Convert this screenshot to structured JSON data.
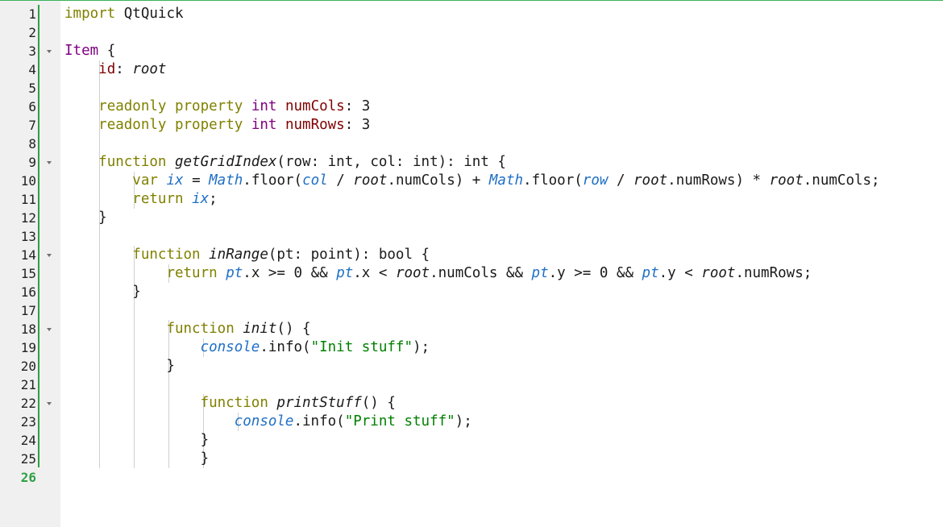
{
  "editor": {
    "current_line": 26,
    "lines": [
      [
        {
          "t": "import ",
          "c": "kw"
        },
        {
          "t": "QtQuick",
          "c": "id"
        }
      ],
      [],
      [
        {
          "t": "Item",
          "c": "type"
        },
        {
          "t": " {",
          "c": "id"
        }
      ],
      [
        {
          "t": "    ",
          "c": "id"
        },
        {
          "t": "id",
          "c": "prop"
        },
        {
          "t": ": ",
          "c": "id"
        },
        {
          "t": "root",
          "c": "it"
        }
      ],
      [],
      [
        {
          "t": "    ",
          "c": "id"
        },
        {
          "t": "readonly property ",
          "c": "kw"
        },
        {
          "t": "int ",
          "c": "type"
        },
        {
          "t": "numCols",
          "c": "prop"
        },
        {
          "t": ": 3",
          "c": "id"
        }
      ],
      [
        {
          "t": "    ",
          "c": "id"
        },
        {
          "t": "readonly property ",
          "c": "kw"
        },
        {
          "t": "int ",
          "c": "type"
        },
        {
          "t": "numRows",
          "c": "prop"
        },
        {
          "t": ": 3",
          "c": "id"
        }
      ],
      [],
      [
        {
          "t": "    ",
          "c": "id"
        },
        {
          "t": "function ",
          "c": "kw"
        },
        {
          "t": "getGridIndex",
          "c": "it"
        },
        {
          "t": "(row: int, col: int): int {",
          "c": "id"
        }
      ],
      [
        {
          "t": "        ",
          "c": "id"
        },
        {
          "t": "var ",
          "c": "kw"
        },
        {
          "t": "ix",
          "c": "var"
        },
        {
          "t": " = ",
          "c": "id"
        },
        {
          "t": "Math",
          "c": "var"
        },
        {
          "t": ".floor(",
          "c": "id"
        },
        {
          "t": "col",
          "c": "var"
        },
        {
          "t": " / ",
          "c": "id"
        },
        {
          "t": "root",
          "c": "it"
        },
        {
          "t": ".numCols) + ",
          "c": "id"
        },
        {
          "t": "Math",
          "c": "var"
        },
        {
          "t": ".floor(",
          "c": "id"
        },
        {
          "t": "row",
          "c": "var"
        },
        {
          "t": " / ",
          "c": "id"
        },
        {
          "t": "root",
          "c": "it"
        },
        {
          "t": ".numRows) * ",
          "c": "id"
        },
        {
          "t": "root",
          "c": "it"
        },
        {
          "t": ".numCols;",
          "c": "id"
        }
      ],
      [
        {
          "t": "        ",
          "c": "id"
        },
        {
          "t": "return ",
          "c": "kw"
        },
        {
          "t": "ix",
          "c": "var"
        },
        {
          "t": ";",
          "c": "id"
        }
      ],
      [
        {
          "t": "    }",
          "c": "id"
        }
      ],
      [],
      [
        {
          "t": "        ",
          "c": "id"
        },
        {
          "t": "function ",
          "c": "kw"
        },
        {
          "t": "inRange",
          "c": "it"
        },
        {
          "t": "(pt: point): bool {",
          "c": "id"
        }
      ],
      [
        {
          "t": "            ",
          "c": "id"
        },
        {
          "t": "return ",
          "c": "kw"
        },
        {
          "t": "pt",
          "c": "var"
        },
        {
          "t": ".x >= 0 && ",
          "c": "id"
        },
        {
          "t": "pt",
          "c": "var"
        },
        {
          "t": ".x < ",
          "c": "id"
        },
        {
          "t": "root",
          "c": "it"
        },
        {
          "t": ".numCols && ",
          "c": "id"
        },
        {
          "t": "pt",
          "c": "var"
        },
        {
          "t": ".y >= 0 && ",
          "c": "id"
        },
        {
          "t": "pt",
          "c": "var"
        },
        {
          "t": ".y < ",
          "c": "id"
        },
        {
          "t": "root",
          "c": "it"
        },
        {
          "t": ".numRows;",
          "c": "id"
        }
      ],
      [
        {
          "t": "        }",
          "c": "id"
        }
      ],
      [],
      [
        {
          "t": "            ",
          "c": "id"
        },
        {
          "t": "function ",
          "c": "kw"
        },
        {
          "t": "init",
          "c": "it"
        },
        {
          "t": "() {",
          "c": "id"
        }
      ],
      [
        {
          "t": "                ",
          "c": "id"
        },
        {
          "t": "console",
          "c": "var"
        },
        {
          "t": ".info(",
          "c": "id"
        },
        {
          "t": "\"Init stuff\"",
          "c": "str"
        },
        {
          "t": ");",
          "c": "id"
        }
      ],
      [
        {
          "t": "            }",
          "c": "id"
        }
      ],
      [],
      [
        {
          "t": "                ",
          "c": "id"
        },
        {
          "t": "function ",
          "c": "kw"
        },
        {
          "t": "printStuff",
          "c": "it"
        },
        {
          "t": "() {",
          "c": "id"
        }
      ],
      [
        {
          "t": "                    ",
          "c": "id"
        },
        {
          "t": "console",
          "c": "var"
        },
        {
          "t": ".info(",
          "c": "id"
        },
        {
          "t": "\"Print stuff\"",
          "c": "str"
        },
        {
          "t": ");",
          "c": "id"
        }
      ],
      [
        {
          "t": "                }",
          "c": "id"
        }
      ],
      [
        {
          "t": "                }",
          "c": "id"
        }
      ],
      []
    ],
    "fold_markers": [
      3,
      9,
      14,
      18,
      22
    ],
    "indent_guides": [
      {
        "col": 1,
        "from": 4,
        "to": 25
      },
      {
        "col": 2,
        "from": 10,
        "to": 11
      },
      {
        "col": 2,
        "from": 14,
        "to": 25
      },
      {
        "col": 3,
        "from": 15,
        "to": 15
      },
      {
        "col": 3,
        "from": 18,
        "to": 25
      },
      {
        "col": 4,
        "from": 19,
        "to": 19
      },
      {
        "col": 4,
        "from": 22,
        "to": 25
      },
      {
        "col": 5,
        "from": 23,
        "to": 23
      }
    ],
    "colors": {
      "keyword": "#808000",
      "type": "#800080",
      "property": "#800000",
      "variable": "#1f6fc5",
      "string": "#008000",
      "modified_marker": "#2ea043",
      "gutter_background": "#f0f0f0"
    }
  }
}
